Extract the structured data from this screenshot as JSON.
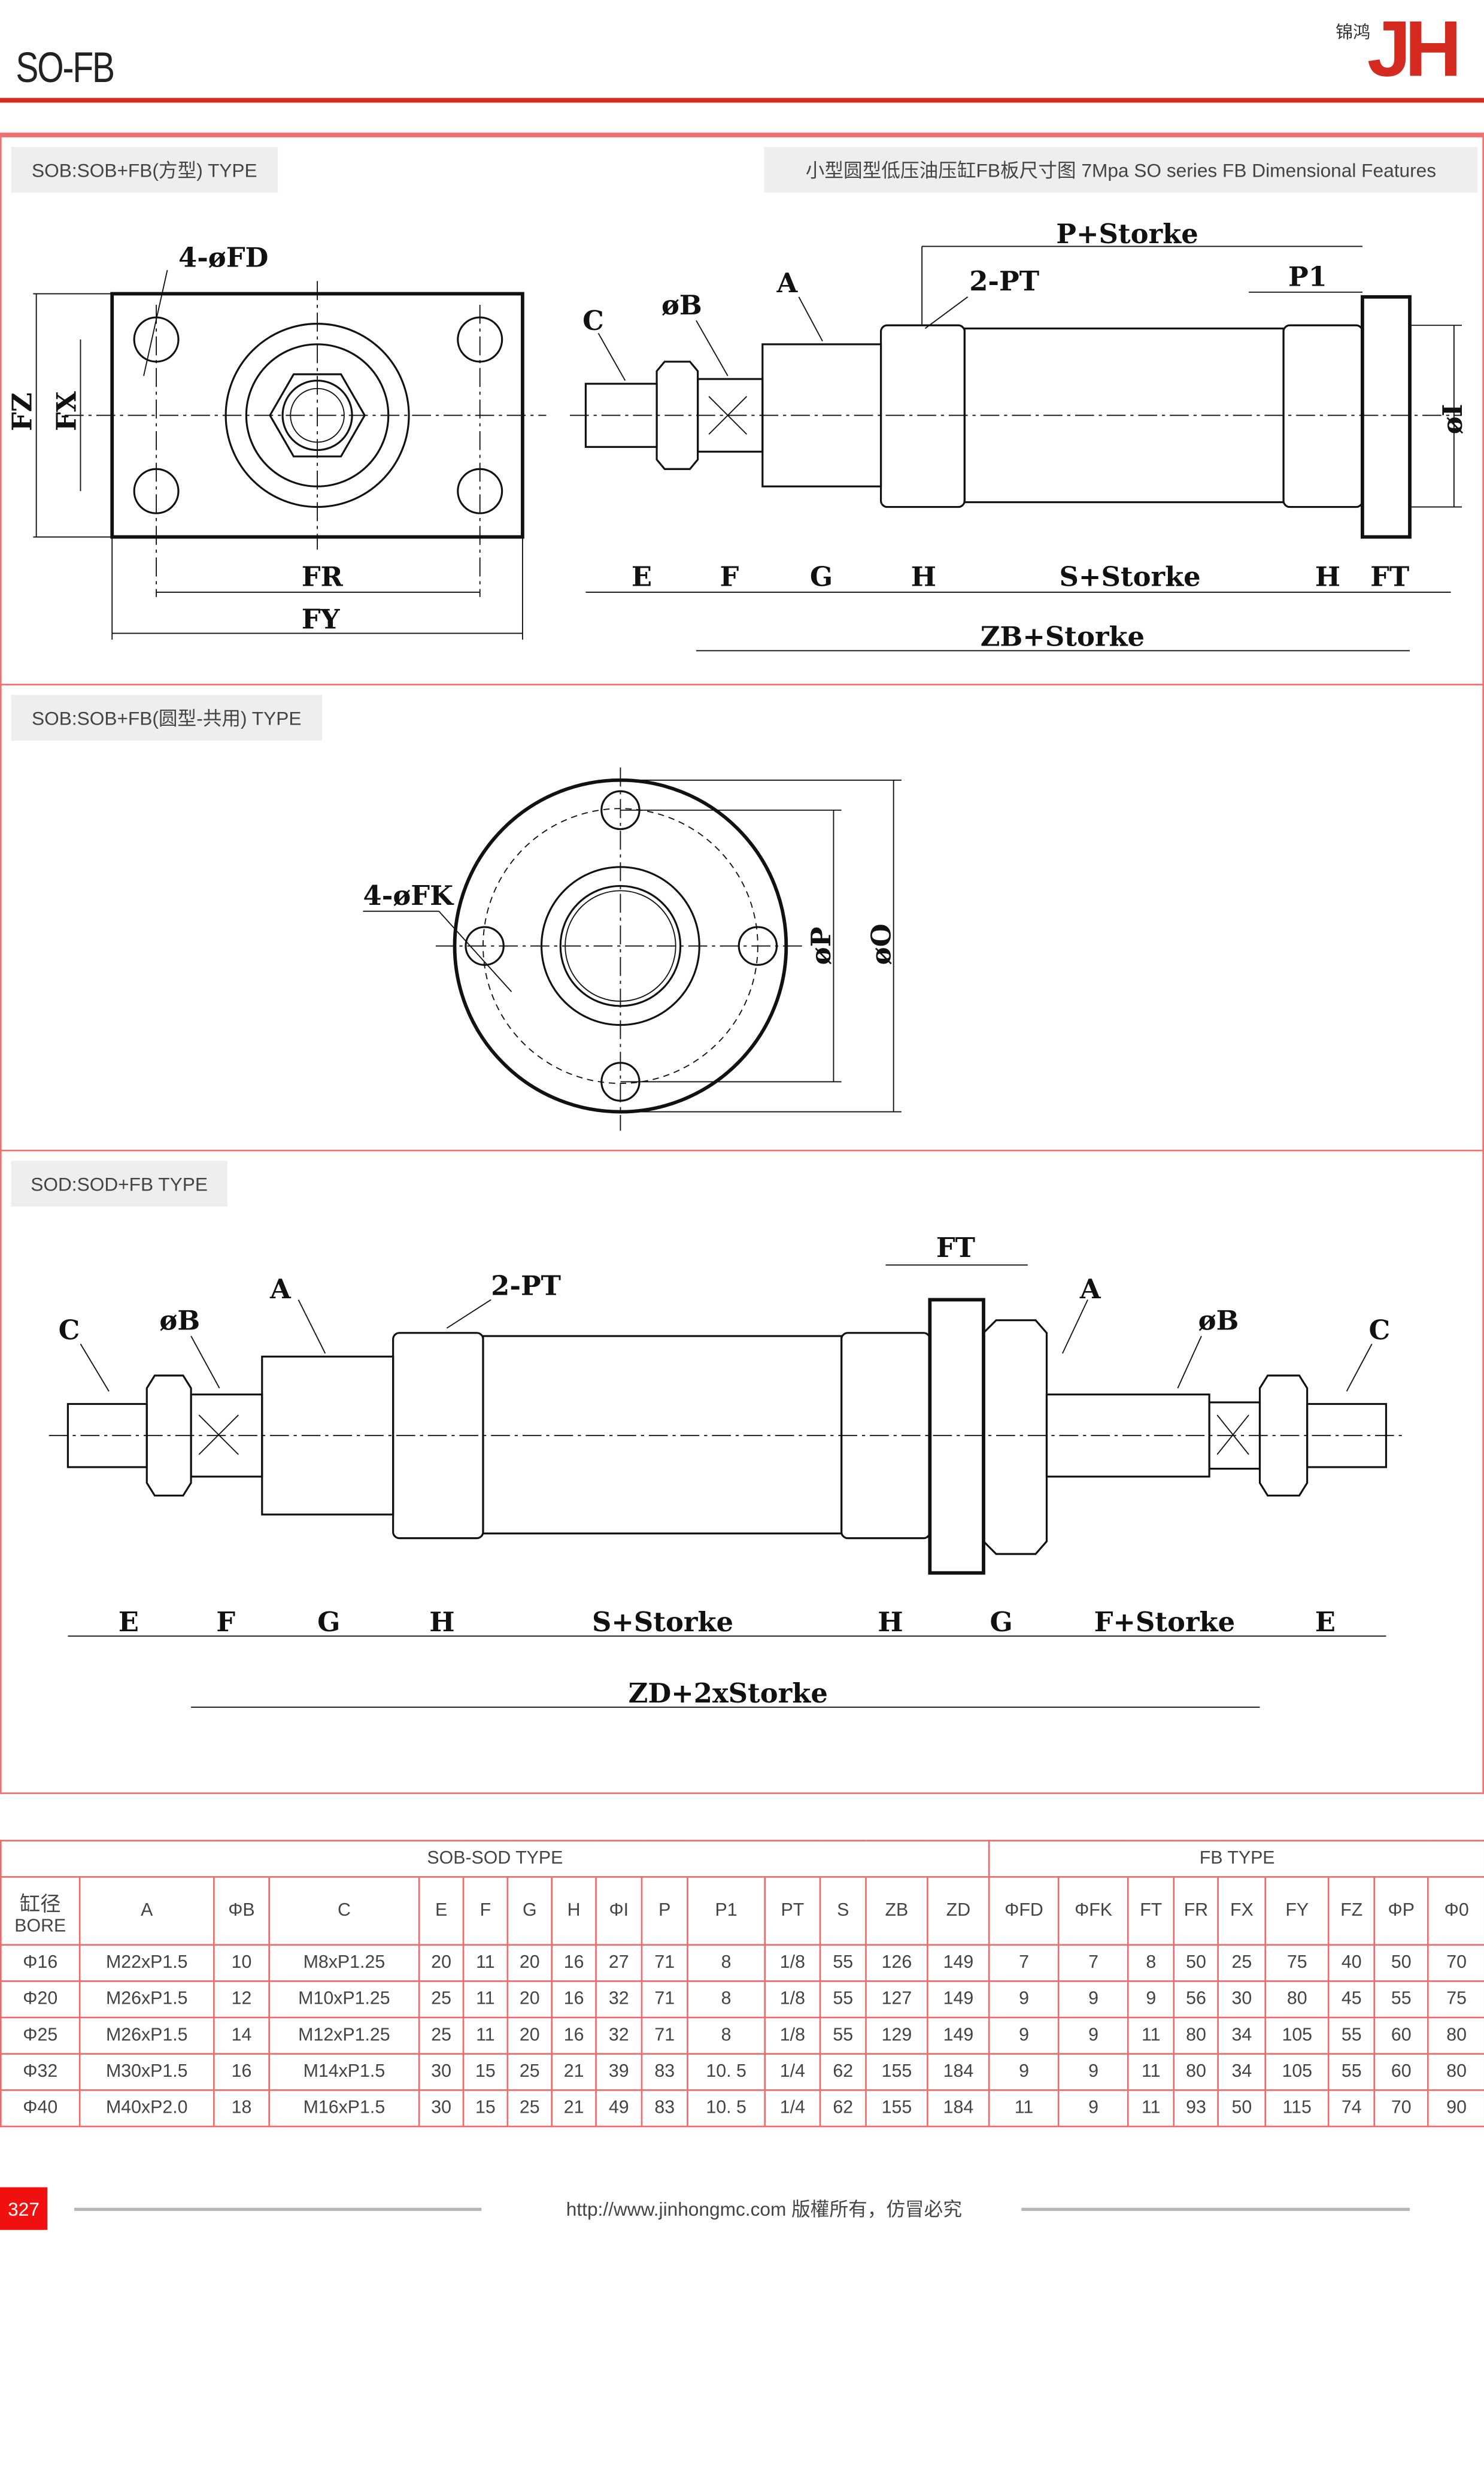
{
  "header": {
    "title": "SO-FB",
    "logo_cn": "锦鸿",
    "logo_mark": "JH",
    "accent": "#d42a20"
  },
  "section1": {
    "label": "SOB:SOB+FB(方型) TYPE",
    "caption": "小型圆型低压油压缸FB板尺寸图 7Mpa SO series FB Dimensional Features",
    "labels": {
      "fd": "4-øFD",
      "fz": "FZ",
      "fx": "FX",
      "fr": "FR",
      "fy": "FY",
      "c": "C",
      "b": "øB",
      "a": "A",
      "pt": "2-PT",
      "p": "P+Storke",
      "p1": "P1",
      "i": "øI",
      "e": "E",
      "f": "F",
      "g": "G",
      "h": "H",
      "s": "S+Storke",
      "h2": "H",
      "ft": "FT",
      "zb": "ZB+Storke"
    }
  },
  "section2": {
    "label": "SOB:SOB+FB(圆型-共用) TYPE",
    "labels": {
      "fk": "4-øFK",
      "p": "øP",
      "o": "øO"
    }
  },
  "section3": {
    "label": "SOD:SOD+FB TYPE",
    "labels": {
      "c1": "C",
      "b1": "øB",
      "a1": "A",
      "pt": "2-PT",
      "ft": "FT",
      "a2": "A",
      "b2": "øB",
      "c2": "C",
      "e1": "E",
      "f1": "F",
      "g1": "G",
      "h1": "H",
      "s": "S+Storke",
      "h2": "H",
      "g2": "G",
      "f2": "F+Storke",
      "e2": "E",
      "zd": "ZD+2xStorke"
    }
  },
  "table": {
    "group1": "SOB-SOD TYPE",
    "group2": "FB TYPE",
    "bore_header": [
      "缸径",
      "BORE"
    ],
    "headers": [
      "A",
      "ΦB",
      "C",
      "E",
      "F",
      "G",
      "H",
      "ΦI",
      "P",
      "P1",
      "PT",
      "S",
      "ZB",
      "ZD",
      "ΦFD",
      "ΦFK",
      "FT",
      "FR",
      "FX",
      "FY",
      "FZ",
      "ΦP",
      "Φ0"
    ],
    "rows": [
      [
        "Φ16",
        "M22xP1.5",
        "10",
        "M8xP1.25",
        "20",
        "11",
        "20",
        "16",
        "27",
        "71",
        "8",
        "1/8",
        "55",
        "126",
        "149",
        "7",
        "7",
        "8",
        "50",
        "25",
        "75",
        "40",
        "50",
        "70"
      ],
      [
        "Φ20",
        "M26xP1.5",
        "12",
        "M10xP1.25",
        "25",
        "11",
        "20",
        "16",
        "32",
        "71",
        "8",
        "1/8",
        "55",
        "127",
        "149",
        "9",
        "9",
        "9",
        "56",
        "30",
        "80",
        "45",
        "55",
        "75"
      ],
      [
        "Φ25",
        "M26xP1.5",
        "14",
        "M12xP1.25",
        "25",
        "11",
        "20",
        "16",
        "32",
        "71",
        "8",
        "1/8",
        "55",
        "129",
        "149",
        "9",
        "9",
        "11",
        "80",
        "34",
        "105",
        "55",
        "60",
        "80"
      ],
      [
        "Φ32",
        "M30xP1.5",
        "16",
        "M14xP1.5",
        "30",
        "15",
        "25",
        "21",
        "39",
        "83",
        "10. 5",
        "1/4",
        "62",
        "155",
        "184",
        "9",
        "9",
        "11",
        "80",
        "34",
        "105",
        "55",
        "60",
        "80"
      ],
      [
        "Φ40",
        "M40xP2.0",
        "18",
        "M16xP1.5",
        "30",
        "15",
        "25",
        "21",
        "49",
        "83",
        "10. 5",
        "1/4",
        "62",
        "155",
        "184",
        "11",
        "9",
        "11",
        "93",
        "50",
        "115",
        "74",
        "70",
        "90"
      ]
    ]
  },
  "footer": {
    "page": "327",
    "text": "http://www.jinhongmc.com 版權所有，仿冒必究"
  }
}
